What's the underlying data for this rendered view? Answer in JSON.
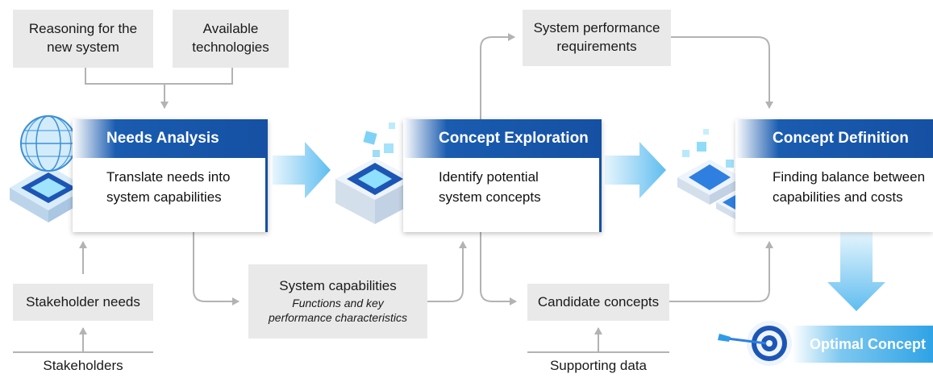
{
  "inputs": {
    "reasoning": [
      "Reasoning for the",
      "new system"
    ],
    "technologies": [
      "Available",
      "technologies"
    ],
    "stakeholder_needs": "Stakeholder needs",
    "stakeholders": "Stakeholders",
    "system_performance": [
      "System performance",
      "requirements"
    ],
    "system_capabilities": {
      "title": "System capabilities",
      "sub": [
        "Functions and key",
        "performance characteristics"
      ]
    },
    "candidate_concepts": "Candidate concepts",
    "supporting_data": "Supporting data"
  },
  "stages": [
    {
      "title": "Needs Analysis",
      "body": [
        "Translate needs into",
        "system capabilities"
      ]
    },
    {
      "title": "Concept Exploration",
      "body": [
        "Identify potential",
        "system concepts"
      ]
    },
    {
      "title": "Concept Definition",
      "body": [
        "Finding balance between",
        "capabilities and costs"
      ]
    }
  ],
  "outcome": "Optimal Concept",
  "colors": {
    "stage_blue": "#1550a3",
    "box_gray": "#e9e9e9",
    "arrow_gray": "#b3b3b3",
    "flow_light_blue": "#8fd0f2"
  },
  "icons": [
    "globe-chip-icon",
    "cube-chip-icon",
    "cube-cluster-icon",
    "target-icon"
  ]
}
